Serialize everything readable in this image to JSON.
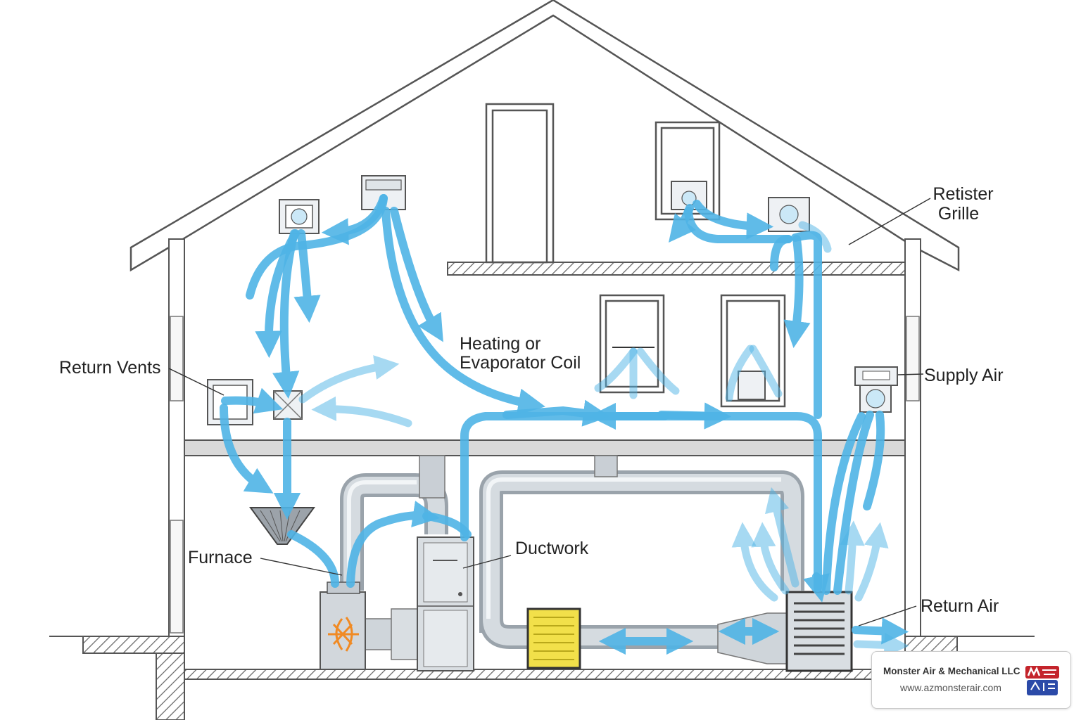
{
  "labels": {
    "register_grille": "Retister\nGrille",
    "heating_coil": "Heating or\nEvaporator Coil",
    "return_vents": "Return Vents",
    "supply_air": "Supply Air",
    "furnace": "Furnace",
    "ductwork": "Ductwork",
    "return_air": "Return Air"
  },
  "logo": {
    "company": "Monster Air & Mechanical LLC",
    "url": "www.azmonsterair.com"
  },
  "colors": {
    "airflow": "#4fb4e6",
    "duct": "#9aa3ab",
    "filter": "#f2e04a",
    "flame": "#f08a24",
    "wall": "#555555"
  }
}
